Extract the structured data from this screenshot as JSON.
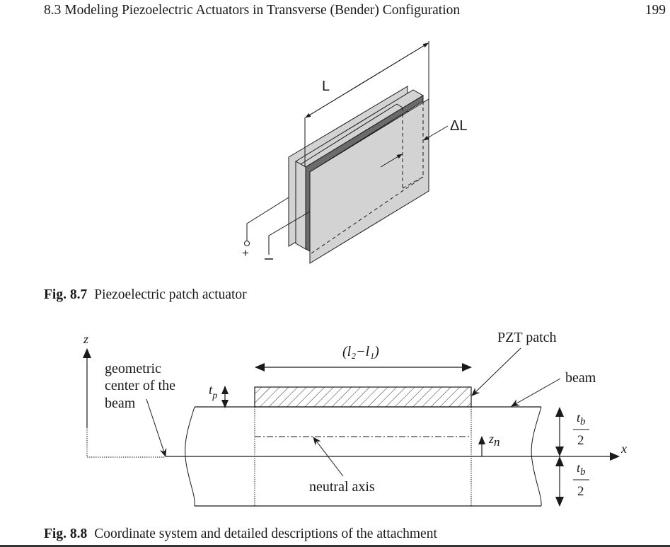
{
  "header": {
    "running_title": "8.3 Modeling Piezoelectric Actuators in Transverse (Bender) Configuration",
    "page_number": "199"
  },
  "figure_8_7": {
    "label": "Fig. 8.7",
    "caption": "Piezoelectric patch actuator",
    "labels": {
      "length": "L",
      "delta_length": "ΔL",
      "plus_terminal": "+",
      "ground_symbol": "⊥"
    },
    "colors": {
      "plate_fill": "#d3d3d3",
      "core_fill": "#6b6b6b",
      "stroke": "#1a1a1a"
    }
  },
  "figure_8_8": {
    "label": "Fig. 8.8",
    "caption": "Coordinate system and detailed descriptions of the attachment",
    "labels": {
      "z_axis": "z",
      "x_axis": "x",
      "geometric_center_line1": "geometric",
      "geometric_center_line2": "center of the",
      "geometric_center_line3": "beam",
      "patch_length": "(l₂−l₁)",
      "pzt_patch": "PZT patch",
      "beam": "beam",
      "tp": "t",
      "tp_sub": "p",
      "zn": "z",
      "zn_sub": "n",
      "neutral_axis": "neutral axis",
      "tb_num": "t",
      "tb_sub": "b",
      "tb_den": "2"
    }
  }
}
